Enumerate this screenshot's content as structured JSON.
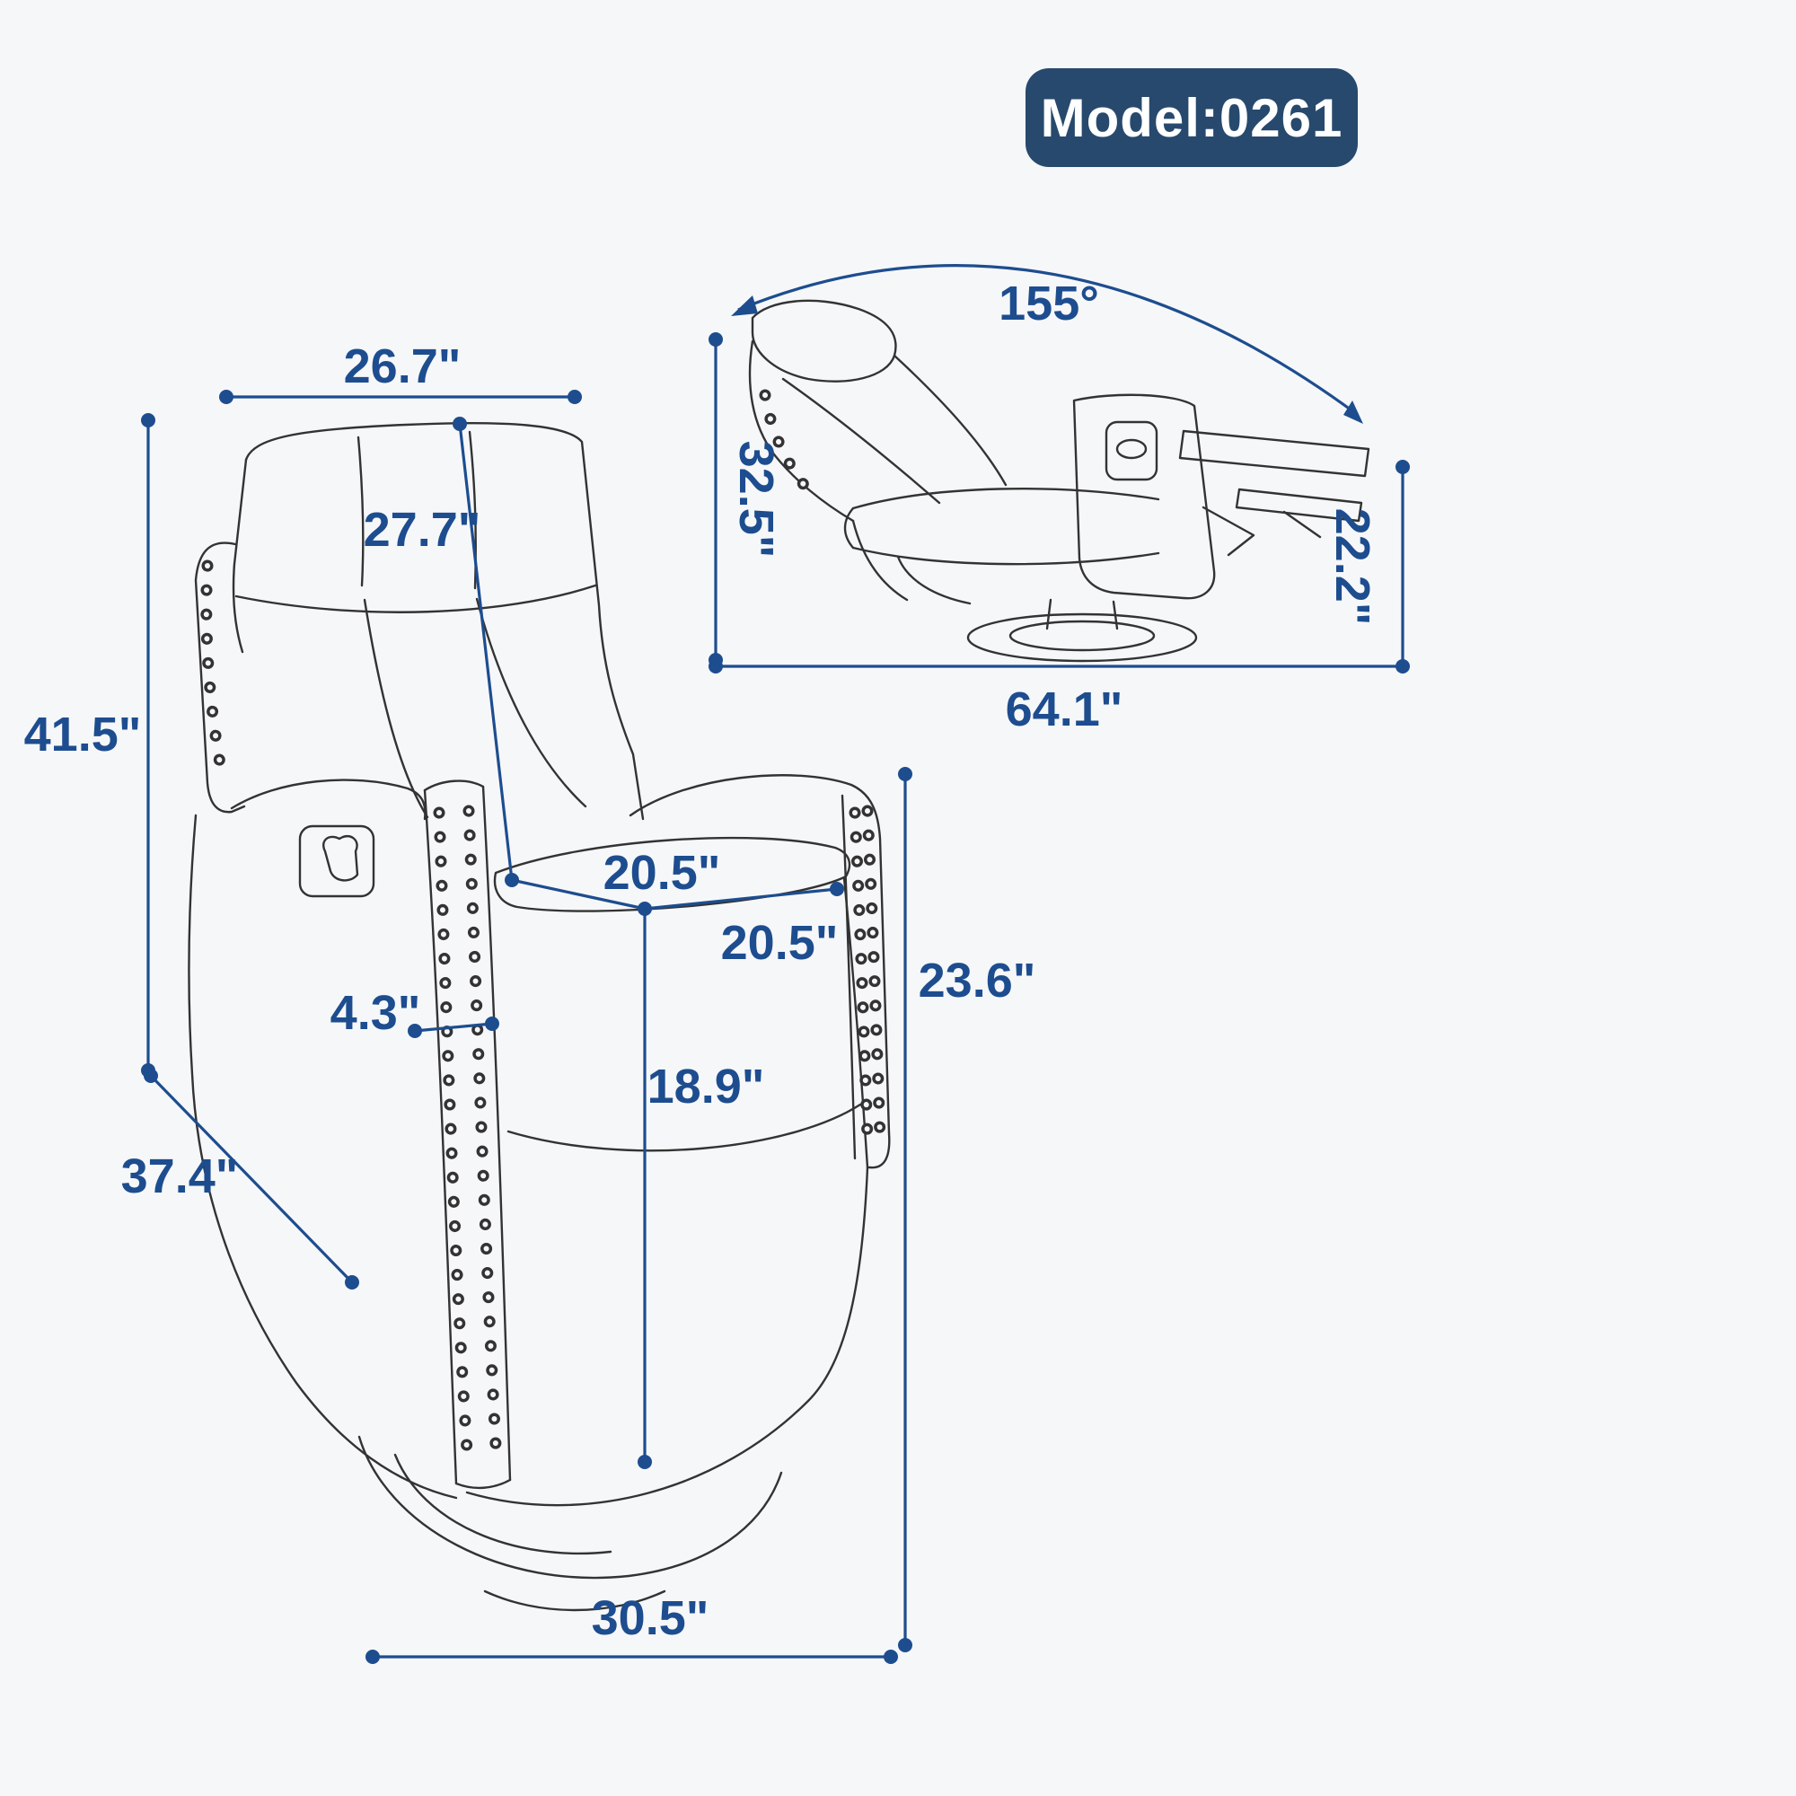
{
  "badge": {
    "label": "Model:0261"
  },
  "colors": {
    "background": "#f6f7f9",
    "dimension_blue": "#1d4d8f",
    "badge_navy": "#27496d",
    "line_art": "#333333"
  },
  "main_chair": {
    "view": "front three-quarter view of swivel rocker recliner",
    "dimensions": {
      "top_width": "26.7\"",
      "back_length": "27.7\"",
      "overall_height": "41.5\"",
      "seat_depth": "20.5\"",
      "seat_width": "20.5\"",
      "armrest_width": "4.3\"",
      "seat_front_height": "18.9\"",
      "arm_front_height": "23.6\"",
      "overall_depth": "37.4\"",
      "base_width": "30.5\""
    }
  },
  "reclined_chair": {
    "view": "side view fully reclined",
    "dimensions": {
      "recline_angle": "155°",
      "seated_height": "32.5\"",
      "footrest_height": "22.2\"",
      "reclined_length": "64.1\""
    }
  }
}
